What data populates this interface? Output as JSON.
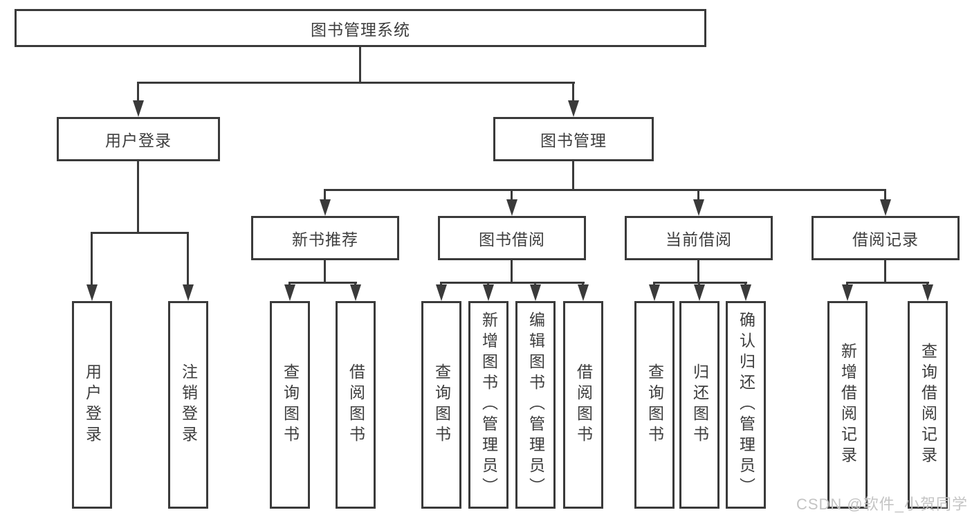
{
  "tree": {
    "root": {
      "label": "图书管理系统"
    },
    "branches": [
      {
        "label": "用户登录",
        "children": [
          {
            "label": "用户登录"
          },
          {
            "label": "注销登录"
          }
        ]
      },
      {
        "label": "图书管理",
        "children": [
          {
            "label": "新书推荐",
            "children": [
              {
                "label": "查询图书"
              },
              {
                "label": "借阅图书"
              }
            ]
          },
          {
            "label": "图书借阅",
            "children": [
              {
                "label": "查询图书"
              },
              {
                "label": "新增图书（管理员）"
              },
              {
                "label": "编辑图书（管理员）"
              },
              {
                "label": "借阅图书"
              }
            ]
          },
          {
            "label": "当前借阅",
            "children": [
              {
                "label": "查询图书"
              },
              {
                "label": "归还图书"
              },
              {
                "label": "确认归还（管理员）"
              }
            ]
          },
          {
            "label": "借阅记录",
            "children": [
              {
                "label": "新增借阅记录"
              },
              {
                "label": "查询借阅记录"
              }
            ]
          }
        ]
      }
    ]
  },
  "watermark": {
    "text": "CSDN @软件_小贺同学"
  },
  "colors": {
    "line": "#3a3a3a",
    "text": "#3d3d3d",
    "watermark": "#c4c4c4",
    "background": "#ffffff"
  }
}
